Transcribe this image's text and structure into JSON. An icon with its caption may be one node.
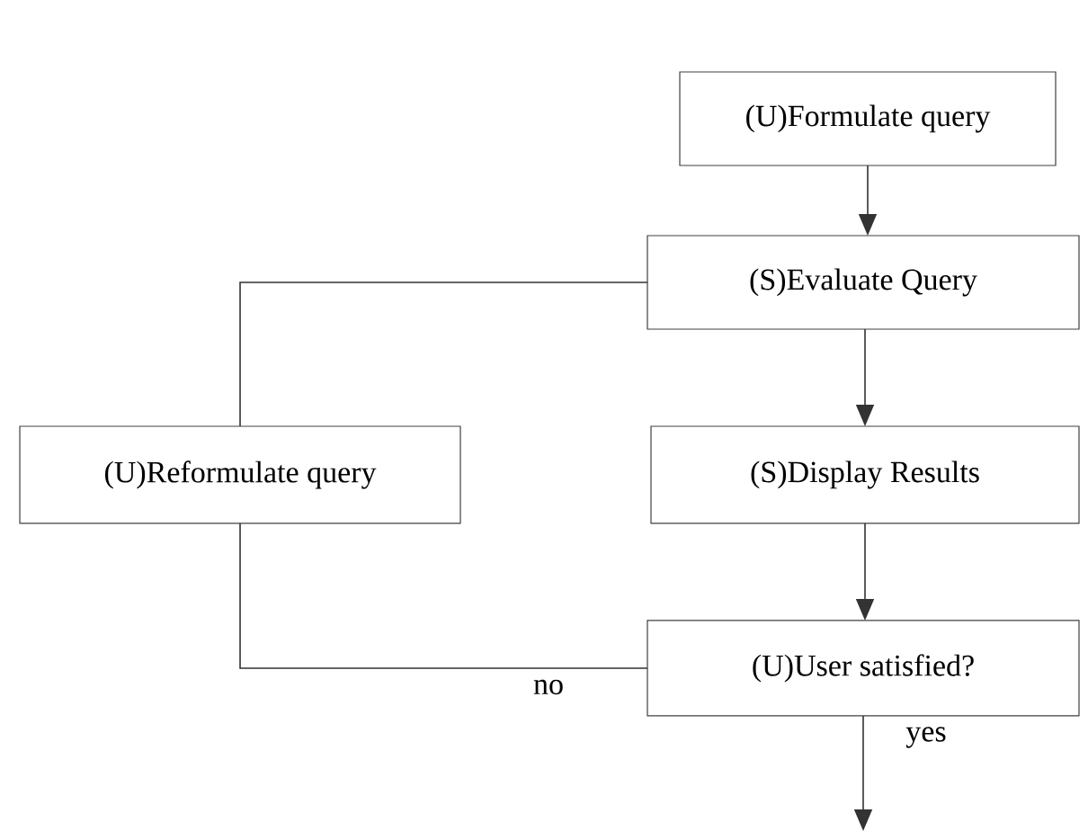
{
  "diagram": {
    "nodes": [
      {
        "text": [
          "(U)Formulate query"
        ]
      },
      {
        "text": [
          "(S)Evaluate Query"
        ]
      },
      {
        "text": [
          "(U)Reformulate query"
        ]
      },
      {
        "text": [
          "(S)Display Results"
        ]
      },
      {
        "text": [
          "(U)User satisfied?"
        ]
      }
    ],
    "edges": [
      {
        "from": 0,
        "to": 1,
        "arrow": "to"
      },
      {
        "from": 1,
        "to": 3,
        "arrow": "to"
      },
      {
        "from": 3,
        "to": 4,
        "arrow": "to"
      },
      {
        "from": 4,
        "to": 2,
        "arrow": "none",
        "label": "no"
      },
      {
        "from": 2,
        "to": 1,
        "arrow": "none"
      },
      {
        "from": 4,
        "to": null,
        "arrow": "to",
        "label": "yes"
      }
    ]
  }
}
